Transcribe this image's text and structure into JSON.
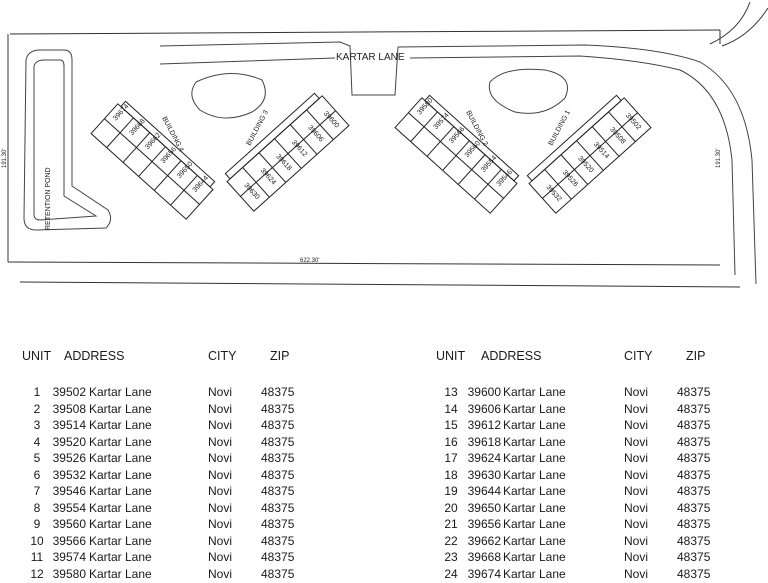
{
  "site_plan": {
    "street_label": "KARTAR LANE",
    "pond_label": "RETENTION POND",
    "dim_bottom": "622.30'",
    "dim_left": "191.30'",
    "dim_right": "191.30'",
    "buildings": [
      {
        "label": "BUILDING 4",
        "units": [
          "39674",
          "39668",
          "39662",
          "39656",
          "39650",
          "39644"
        ]
      },
      {
        "label": "BUILDING 3",
        "units": [
          "39600",
          "39606",
          "39612",
          "39618",
          "39624",
          "39630"
        ]
      },
      {
        "label": "BUILDING 2",
        "units": [
          "39580",
          "39574",
          "39566",
          "39560",
          "39554",
          "39546"
        ]
      },
      {
        "label": "BUILDING 1",
        "units": [
          "39502",
          "39508",
          "39514",
          "39520",
          "39526",
          "39532"
        ]
      }
    ]
  },
  "headers": {
    "unit": "UNIT",
    "address": "ADDRESS",
    "city": "CITY",
    "zip": "ZIP"
  },
  "units_left": [
    {
      "unit": "1",
      "number": "39502",
      "street": "Kartar Lane",
      "city": "Novi",
      "zip": "48375"
    },
    {
      "unit": "2",
      "number": "39508",
      "street": "Kartar Lane",
      "city": "Novi",
      "zip": "48375"
    },
    {
      "unit": "3",
      "number": "39514",
      "street": "Kartar Lane",
      "city": "Novi",
      "zip": "48375"
    },
    {
      "unit": "4",
      "number": "39520",
      "street": "Kartar Lane",
      "city": "Novi",
      "zip": "48375"
    },
    {
      "unit": "5",
      "number": "39526",
      "street": "Kartar Lane",
      "city": "Novi",
      "zip": "48375"
    },
    {
      "unit": "6",
      "number": "39532",
      "street": "Kartar Lane",
      "city": "Novi",
      "zip": "48375"
    },
    {
      "unit": "7",
      "number": "39546",
      "street": "Kartar Lane",
      "city": "Novi",
      "zip": "48375"
    },
    {
      "unit": "8",
      "number": "39554",
      "street": "Kartar Lane",
      "city": "Novi",
      "zip": "48375"
    },
    {
      "unit": "9",
      "number": "39560",
      "street": "Kartar Lane",
      "city": "Novi",
      "zip": "48375"
    },
    {
      "unit": "10",
      "number": "39566",
      "street": "Kartar Lane",
      "city": "Novi",
      "zip": "48375"
    },
    {
      "unit": "11",
      "number": "39574",
      "street": "Kartar Lane",
      "city": "Novi",
      "zip": "48375"
    },
    {
      "unit": "12",
      "number": "39580",
      "street": "Kartar Lane",
      "city": "Novi",
      "zip": "48375"
    }
  ],
  "units_right": [
    {
      "unit": "13",
      "number": "39600",
      "street": "Kartar Lane",
      "city": "Novi",
      "zip": "48375"
    },
    {
      "unit": "14",
      "number": "39606",
      "street": "Kartar Lane",
      "city": "Novi",
      "zip": "48375"
    },
    {
      "unit": "15",
      "number": "39612",
      "street": "Kartar Lane",
      "city": "Novi",
      "zip": "48375"
    },
    {
      "unit": "16",
      "number": "39618",
      "street": "Kartar Lane",
      "city": "Novi",
      "zip": "48375"
    },
    {
      "unit": "17",
      "number": "39624",
      "street": "Kartar Lane",
      "city": "Novi",
      "zip": "48375"
    },
    {
      "unit": "18",
      "number": "39630",
      "street": "Kartar Lane",
      "city": "Novi",
      "zip": "48375"
    },
    {
      "unit": "19",
      "number": "39644",
      "street": "Kartar Lane",
      "city": "Novi",
      "zip": "48375"
    },
    {
      "unit": "20",
      "number": "39650",
      "street": "Kartar Lane",
      "city": "Novi",
      "zip": "48375"
    },
    {
      "unit": "21",
      "number": "39656",
      "street": "Kartar Lane",
      "city": "Novi",
      "zip": "48375"
    },
    {
      "unit": "22",
      "number": "39662",
      "street": "Kartar Lane",
      "city": "Novi",
      "zip": "48375"
    },
    {
      "unit": "23",
      "number": "39668",
      "street": "Kartar Lane",
      "city": "Novi",
      "zip": "48375"
    },
    {
      "unit": "24",
      "number": "39674",
      "street": "Kartar Lane",
      "city": "Novi",
      "zip": "48375"
    }
  ]
}
